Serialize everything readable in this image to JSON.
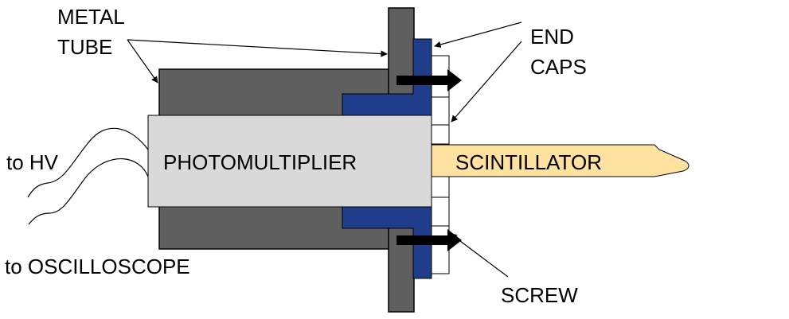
{
  "labels": {
    "metal_tube_line1": "METAL",
    "metal_tube_line2": "TUBE",
    "end_caps_line1": "END",
    "end_caps_line2": "CAPS",
    "photomultiplier": "PHOTOMULTIPLIER",
    "scintillator": "SCINTILLATOR",
    "to_hv": "to HV",
    "to_oscilloscope": "to OSCILLOSCOPE",
    "screw": "SCREW"
  },
  "colors": {
    "metal_tube": "#5f5f5f",
    "flange": "#5f5f5f",
    "end_cap": "#1f3d8a",
    "photomultiplier": "#d9d9d9",
    "scintillator": "#ffe2a0",
    "screw": "#000000",
    "outline": "#000000"
  }
}
